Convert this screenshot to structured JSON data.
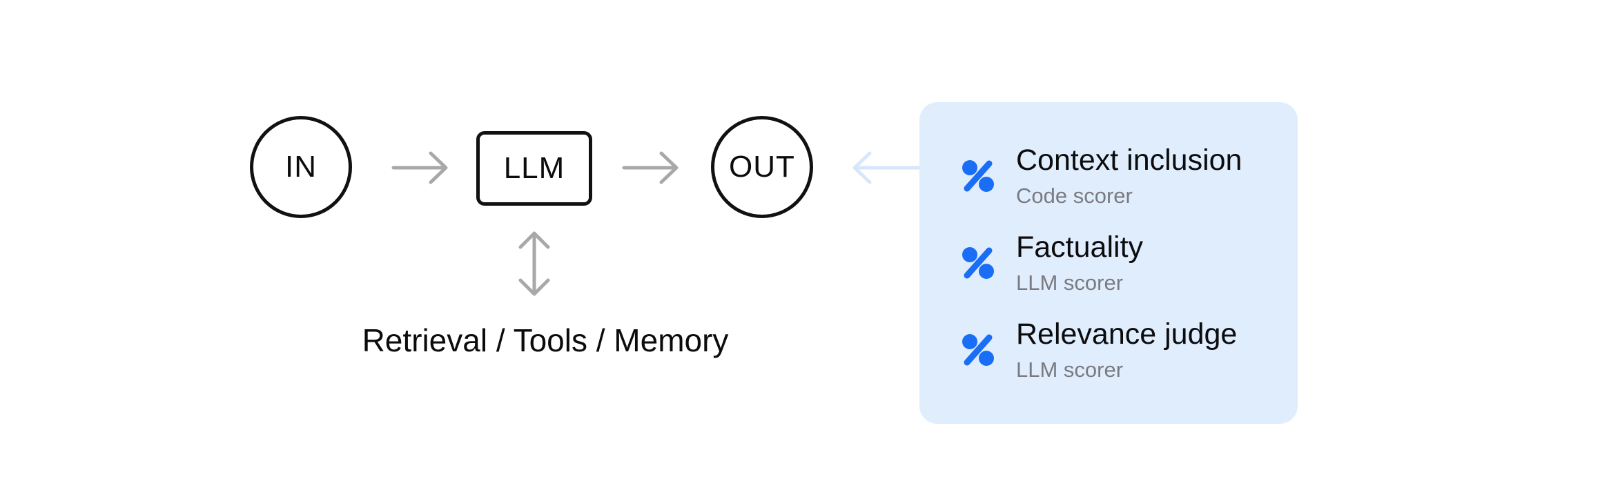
{
  "pipeline": {
    "input_node": "IN",
    "model_node": "LLM",
    "output_node": "OUT",
    "aux_label": "Retrieval / Tools / Memory"
  },
  "scorers": [
    {
      "name": "Context inclusion",
      "type": "Code scorer",
      "icon": "percent-icon"
    },
    {
      "name": "Factuality",
      "type": "LLM scorer",
      "icon": "percent-icon"
    },
    {
      "name": "Relevance judge",
      "type": "LLM scorer",
      "icon": "percent-icon"
    }
  ],
  "colors": {
    "node_stroke": "#111111",
    "flow_arrow": "#a8a8a8",
    "feedback_arrow": "#d6e7fb",
    "panel_background": "#e0edfd",
    "icon_accent": "#1a6ef5",
    "secondary_text": "#7a7a80"
  }
}
